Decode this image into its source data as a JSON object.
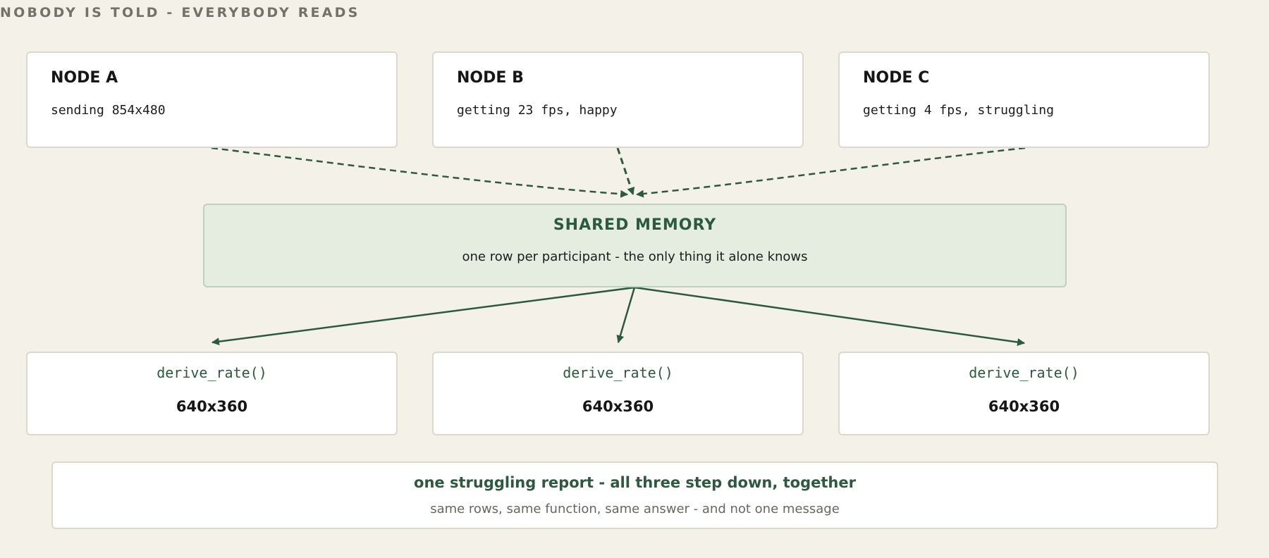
{
  "header": {
    "title": "NOBODY IS TOLD - EVERYBODY READS"
  },
  "nodes": [
    {
      "title": "NODE A",
      "status": "sending 854x480"
    },
    {
      "title": "NODE B",
      "status": "getting 23 fps, happy"
    },
    {
      "title": "NODE C",
      "status": "getting 4 fps, struggling"
    }
  ],
  "shared_memory": {
    "title": "SHARED MEMORY",
    "subtitle": "one row per participant - the only thing it alone knows"
  },
  "derived": [
    {
      "function": "derive_rate()",
      "result": "640x360"
    },
    {
      "function": "derive_rate()",
      "result": "640x360"
    },
    {
      "function": "derive_rate()",
      "result": "640x360"
    }
  ],
  "footer": {
    "title": "one struggling report - all three step down, together",
    "subtitle": "same rows, same function, same answer - and not one message"
  },
  "colors": {
    "background": "#f4f1e8",
    "accent": "#2b5a3e",
    "shared_fill": "#e5ece0",
    "border": "#dcd8cb"
  }
}
